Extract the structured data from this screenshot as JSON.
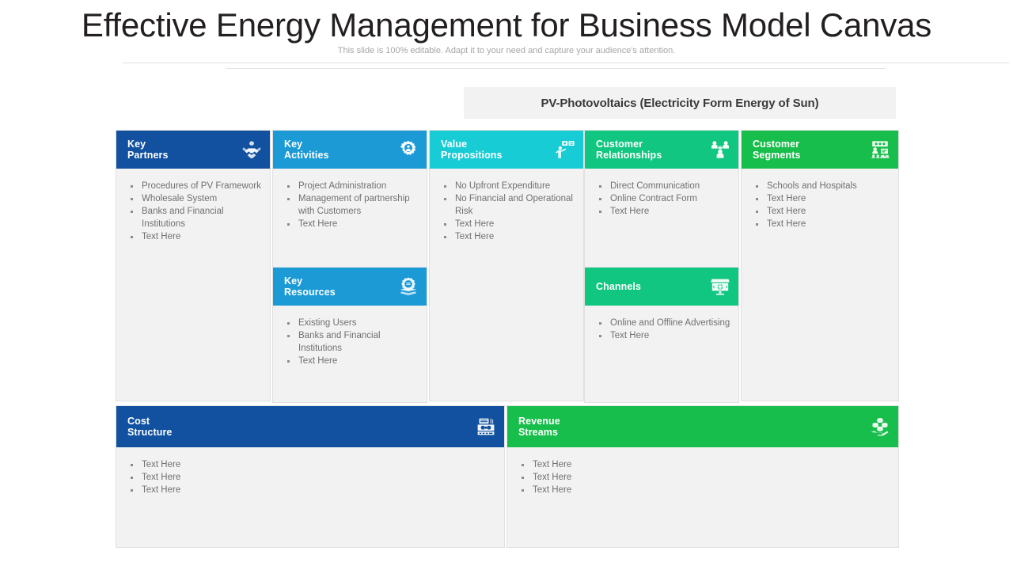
{
  "slide": {
    "title": "Effective Energy Management for Business Model Canvas",
    "subtitle": "This slide is 100% editable. Adapt it to your need and capture your audience's attention.",
    "banner": "PV-Photovoltaics (Electricity Form Energy of Sun)"
  },
  "colors": {
    "key_partners": "#11519F",
    "key_activities": "#1B9AD6",
    "key_resources": "#1B9AD6",
    "value_propositions": "#18CCD6",
    "customer_relationships": "#11C680",
    "channels": "#11C680",
    "customer_segments": "#18BE4B",
    "cost_structure": "#11519F",
    "revenue_streams": "#18BE4B",
    "body_bg": "#F2F2F2",
    "body_text": "#6F7071",
    "title_text": "#231F20",
    "subtitle_text": "#A6A6A6"
  },
  "columns": [
    {
      "id": "key-partners",
      "title_line1": "Key",
      "title_line2": "Partners",
      "icon": "handshake-icon",
      "items": [
        "Procedures of PV Framework",
        "Wholesale System",
        "Banks and Financial Institutions",
        "Text Here"
      ]
    },
    {
      "id": "key-activities",
      "title_line1": "Key",
      "title_line2": "Activities",
      "icon": "gear-people-icon",
      "items": [
        "Project Administration",
        "Management of partnership with Customers",
        "Text Here"
      ]
    },
    {
      "id": "value-propositions",
      "title_line1": "Value",
      "title_line2": "Propositions",
      "icon": "presenter-board-icon",
      "items": [
        "No Upfront Expenditure",
        "No Financial and Operational Risk",
        "Text Here",
        "Text Here"
      ]
    },
    {
      "id": "customer-relationships",
      "title_line1": "Customer",
      "title_line2": "Relationships",
      "icon": "people-group-icon",
      "items": [
        "Direct Communication",
        "Online Contract Form",
        "Text Here"
      ]
    },
    {
      "id": "customer-segments",
      "title_line1": "Customer",
      "title_line2": "Segments",
      "icon": "audience-icon",
      "items": [
        "Schools and Hospitals",
        "Text Here",
        "Text Here",
        "Text Here"
      ]
    }
  ],
  "subblocks": [
    {
      "id": "key-resources",
      "title_line1": "Key",
      "title_line2": "Resources",
      "icon": "book-badge-icon",
      "items": [
        "Existing Users",
        "Banks and Financial Institutions",
        "Text Here"
      ]
    },
    {
      "id": "channels",
      "title_line1": "Channels",
      "title_line2": "",
      "icon": "storefront-globe-icon",
      "items": [
        "Online and Offline Advertising",
        "Text Here"
      ]
    }
  ],
  "bottom": [
    {
      "id": "cost-structure",
      "title_line1": "Cost",
      "title_line2": "Structure",
      "icon": "cash-register-icon",
      "items": [
        "Text Here",
        "Text Here",
        "Text Here"
      ]
    },
    {
      "id": "revenue-streams",
      "title_line1": "Revenue",
      "title_line2": "Streams",
      "icon": "hand-coins-icon",
      "items": [
        "Text Here",
        "Text Here",
        "Text Here"
      ]
    }
  ]
}
